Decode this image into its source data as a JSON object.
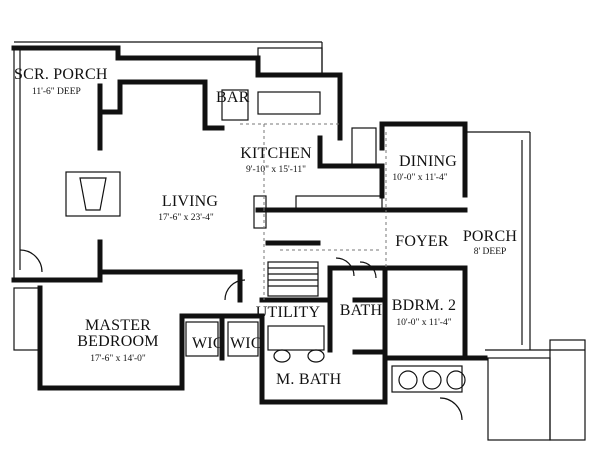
{
  "rooms": {
    "scr_porch": {
      "name": "SCR. PORCH",
      "dims": "11'-6\" DEEP"
    },
    "bar": {
      "name": "BAR"
    },
    "kitchen": {
      "name": "KITCHEN",
      "dims": "9'-10\" x 15'-11\""
    },
    "dining": {
      "name": "DINING",
      "dims": "10'-0\" x 11'-4\""
    },
    "porch": {
      "name": "PORCH",
      "dims": "8' DEEP"
    },
    "living": {
      "name": "LIVING",
      "dims": "17'-6\" x 23'-4\""
    },
    "foyer": {
      "name": "FOYER"
    },
    "bdrm2": {
      "name": "BDRM. 2",
      "dims": "10'-0\" x 11'-4\""
    },
    "utility": {
      "name": "UTILITY"
    },
    "bath": {
      "name": "BATH"
    },
    "master": {
      "name_line1": "MASTER",
      "name_line2": "BEDROOM",
      "dims": "17'-6\" x 14'-0\""
    },
    "wic1": {
      "name": "WIC"
    },
    "wic2": {
      "name": "WIC"
    },
    "mbath": {
      "name": "M. BATH"
    }
  }
}
